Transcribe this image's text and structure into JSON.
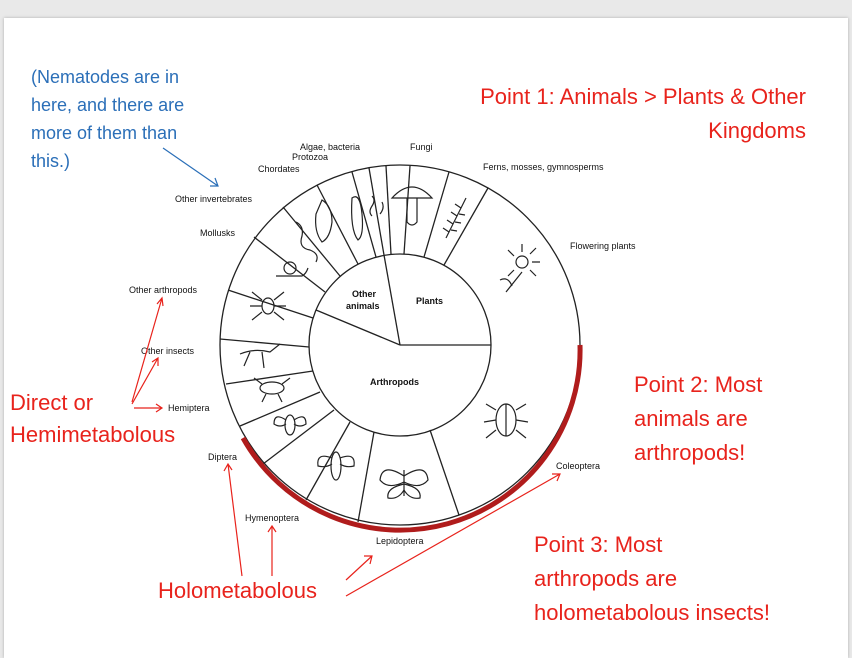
{
  "notes": {
    "blue_note": [
      "(Nematodes are in",
      "here, and there are",
      "more of them than",
      "this.)"
    ],
    "point1": [
      "Point 1: Animals > Plants & Other",
      "Kingdoms"
    ],
    "point2": [
      "Point 2: Most",
      "animals are",
      "arthropods!"
    ],
    "point3": [
      "Point 3: Most",
      "arthropods are",
      "holometabolous insects!"
    ],
    "direct": [
      "Direct or",
      "Hemimetabolous"
    ],
    "holo": "Holometabolous"
  },
  "wheel": {
    "inner_labels": {
      "other_animals": [
        "Other",
        "animals"
      ],
      "plants": "Plants",
      "arthropods": "Arthropods"
    },
    "segment_labels": {
      "algae": "Algae, bacteria",
      "protozoa": "Protozoa",
      "chordates": "Chordates",
      "fungi": "Fungi",
      "ferns": "Ferns, mosses, gymnosperms",
      "flowering": "Flowering plants",
      "other_invertebrates": "Other invertebrates",
      "mollusks": "Mollusks",
      "other_arthropods": "Other arthropods",
      "other_insects": "Other insects",
      "hemiptera": "Hemiptera",
      "diptera": "Diptera",
      "hymenoptera": "Hymenoptera",
      "lepidoptera": "Lepidoptera",
      "coleoptera": "Coleoptera"
    },
    "highlight_color": "#b01c1c"
  },
  "colors": {
    "annotation_red": "#e8231c",
    "annotation_blue": "#2b6fb8"
  }
}
